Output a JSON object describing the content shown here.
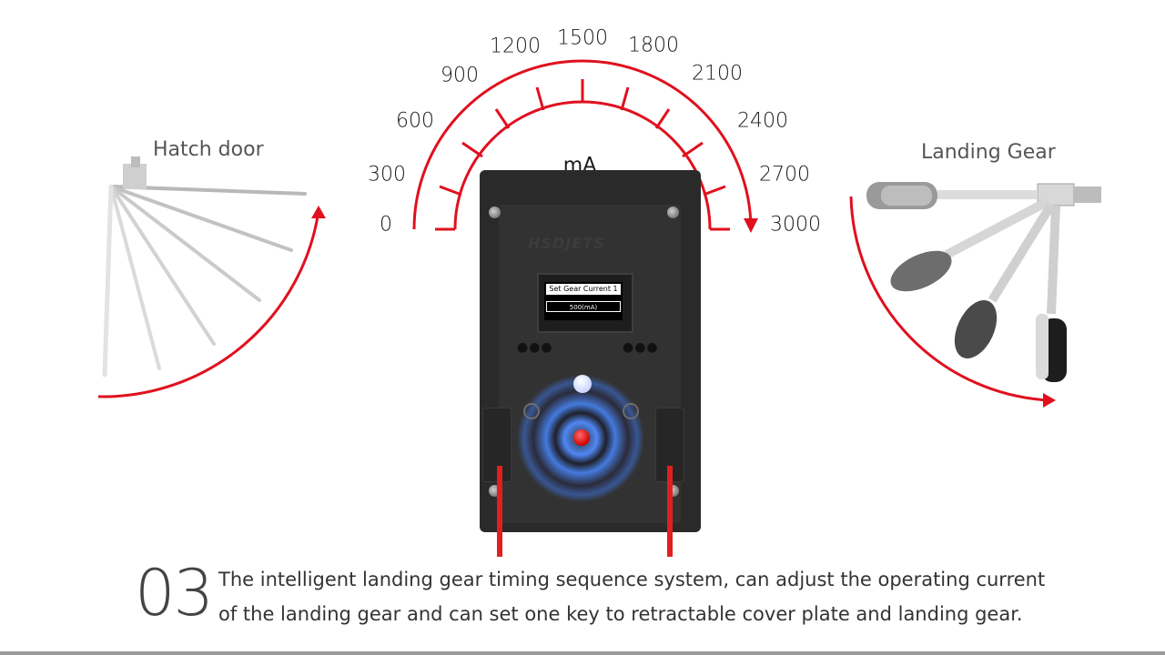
{
  "scale": {
    "unit": "mA",
    "ticks": [
      "0",
      "300",
      "600",
      "900",
      "1200",
      "1500",
      "1800",
      "2100",
      "2400",
      "2700",
      "3000"
    ]
  },
  "left_panel": {
    "title": "Hatch door"
  },
  "right_panel": {
    "title": "Landing Gear"
  },
  "device": {
    "brand": "HSDJETS",
    "screen_title": "Set Gear Current 1",
    "screen_value": "500(mA)"
  },
  "footer": {
    "step_number": "03",
    "caption_line1": "The intelligent landing gear timing sequence system, can adjust the operating current",
    "caption_line2": "of the landing gear and can set one key to retractable cover plate and landing gear."
  },
  "colors": {
    "accent": "#e0101e",
    "device": "#2a2a2a",
    "glow": "#4a8cff"
  }
}
